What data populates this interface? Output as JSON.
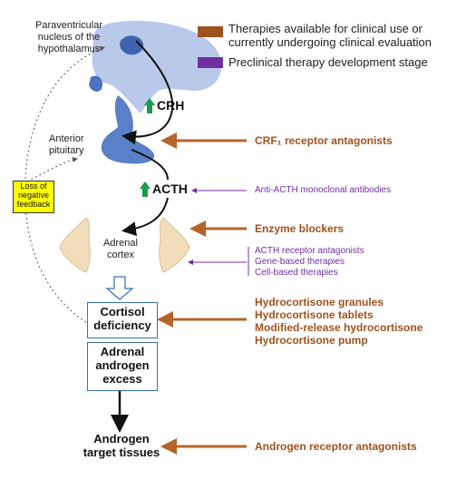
{
  "legend": {
    "clinical": "Therapies available for clinical use or currently undergoing clinical evaluation",
    "clinical_line1": "Therapies available for clinical use or",
    "clinical_line2": "currently undergoing clinical evaluation",
    "preclinical": "Preclinical therapy development stage",
    "clinical_color": "#a0521e",
    "preclinical_color": "#7030a0"
  },
  "labels": {
    "pvn_line1": "Paraventricular",
    "pvn_line2": "nucleus of the",
    "pvn_line3": "hypothalamus",
    "anterior_line1": "Anterior",
    "anterior_line2": "pituitary",
    "adrenal_line1": "Adrenal",
    "adrenal_line2": "cortex",
    "crh": "CRH",
    "acth": "ACTH",
    "feedback_line1": "Loss of",
    "feedback_line2": "negative",
    "feedback_line3": "feedback"
  },
  "boxes": {
    "cortisol_line1": "Cortisol",
    "cortisol_line2": "deficiency",
    "androgen_line1": "Adrenal",
    "androgen_line2": "androgen",
    "androgen_line3": "excess",
    "target_line1": "Androgen",
    "target_line2": "target tissues"
  },
  "therapies": {
    "crf1": "CRF₁ receptor antagonists",
    "anti_acth": "Anti-ACTH monoclonal antibodies",
    "enzyme": "Enzyme blockers",
    "acth_receptor": "ACTH receptor antagonists",
    "gene": "Gene-based therapies",
    "cell": "Cell-based therapies",
    "hc_granules": "Hydrocortisone granules",
    "hc_tablets": "Hydrocortisone tablets",
    "hc_modified": "Modified-release hydrocortisone",
    "hc_pump": "Hydrocortisone pump",
    "androgen_receptor": "Androgen receptor antagonists"
  }
}
